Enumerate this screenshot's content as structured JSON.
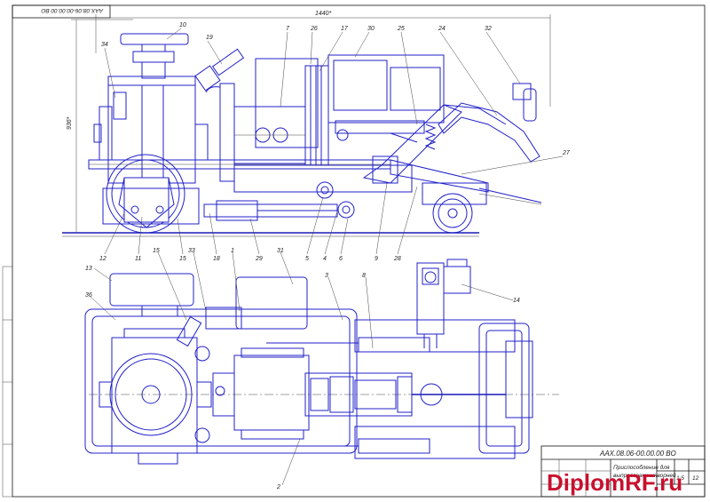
{
  "stamp_code": "ААХ.08.06-00.00.00 ВО",
  "stamp_code_corner": "ААХ.08.06-00.00.00 ВО",
  "title_line1": "Приспособление для",
  "title_line2": "выпрессовки шкворней",
  "dim_width": "1440*",
  "dim_height": "936*",
  "sheet_info": {
    "scale_a": "1:5",
    "sheet": "12"
  },
  "watermark": "DiplomRF.ru",
  "callouts": {
    "top": [
      "10",
      "19",
      "7",
      "26",
      "17",
      "30",
      "25",
      "24",
      "32",
      "34",
      "27"
    ],
    "bottom_side": [
      "12",
      "11",
      "15",
      "18",
      "29",
      "5",
      "4",
      "6",
      "9",
      "28"
    ],
    "plan": [
      "13",
      "15",
      "33",
      "1",
      "31",
      "3",
      "8",
      "14",
      "36",
      "2"
    ]
  },
  "colors": {
    "line": "#2020c8",
    "watermark": "#c8102e",
    "frame": "#111111"
  }
}
